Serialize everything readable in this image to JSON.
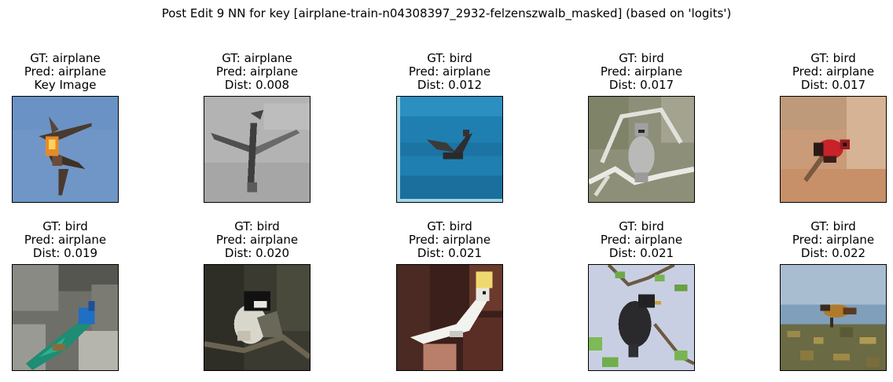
{
  "figure": {
    "title": "Post Edit 9 NN for key [airplane-train-n04308397_2932-felzenszwalb_masked] (based on 'logits')"
  },
  "panels": [
    {
      "gt": "GT: airplane",
      "pred": "Pred: airplane",
      "info": "Key Image",
      "scene": "airplane-sky"
    },
    {
      "gt": "GT: airplane",
      "pred": "Pred: airplane",
      "info": "Dist: 0.008",
      "scene": "airplane-gray"
    },
    {
      "gt": "GT: bird",
      "pred": "Pred: airplane",
      "info": "Dist: 0.012",
      "scene": "bird-over-water"
    },
    {
      "gt": "GT: bird",
      "pred": "Pred: airplane",
      "info": "Dist: 0.017",
      "scene": "bird-on-branch-gray"
    },
    {
      "gt": "GT: bird",
      "pred": "Pred: airplane",
      "info": "Dist: 0.017",
      "scene": "red-bird-peach"
    },
    {
      "gt": "GT: bird",
      "pred": "Pred: airplane",
      "info": "Dist: 0.019",
      "scene": "peacock-rocks"
    },
    {
      "gt": "GT: bird",
      "pred": "Pred: airplane",
      "info": "Dist: 0.020",
      "scene": "chickadee-dark"
    },
    {
      "gt": "GT: bird",
      "pred": "Pred: airplane",
      "info": "Dist: 0.021",
      "scene": "cockatoo-brown"
    },
    {
      "gt": "GT: bird",
      "pred": "Pred: airplane",
      "info": "Dist: 0.021",
      "scene": "starling-branches"
    },
    {
      "gt": "GT: bird",
      "pred": "Pred: airplane",
      "info": "Dist: 0.022",
      "scene": "bird-on-shore"
    }
  ],
  "chart_data": {
    "type": "table",
    "title": "Post Edit 9 NN for key [airplane-train-n04308397_2932-felzenszwalb_masked] (based on 'logits')",
    "rows": [
      {
        "gt": "airplane",
        "pred": "airplane",
        "dist": null,
        "key": true
      },
      {
        "gt": "airplane",
        "pred": "airplane",
        "dist": 0.008
      },
      {
        "gt": "bird",
        "pred": "airplane",
        "dist": 0.012
      },
      {
        "gt": "bird",
        "pred": "airplane",
        "dist": 0.017
      },
      {
        "gt": "bird",
        "pred": "airplane",
        "dist": 0.017
      },
      {
        "gt": "bird",
        "pred": "airplane",
        "dist": 0.019
      },
      {
        "gt": "bird",
        "pred": "airplane",
        "dist": 0.02
      },
      {
        "gt": "bird",
        "pred": "airplane",
        "dist": 0.021
      },
      {
        "gt": "bird",
        "pred": "airplane",
        "dist": 0.021
      },
      {
        "gt": "bird",
        "pred": "airplane",
        "dist": 0.022
      }
    ]
  }
}
